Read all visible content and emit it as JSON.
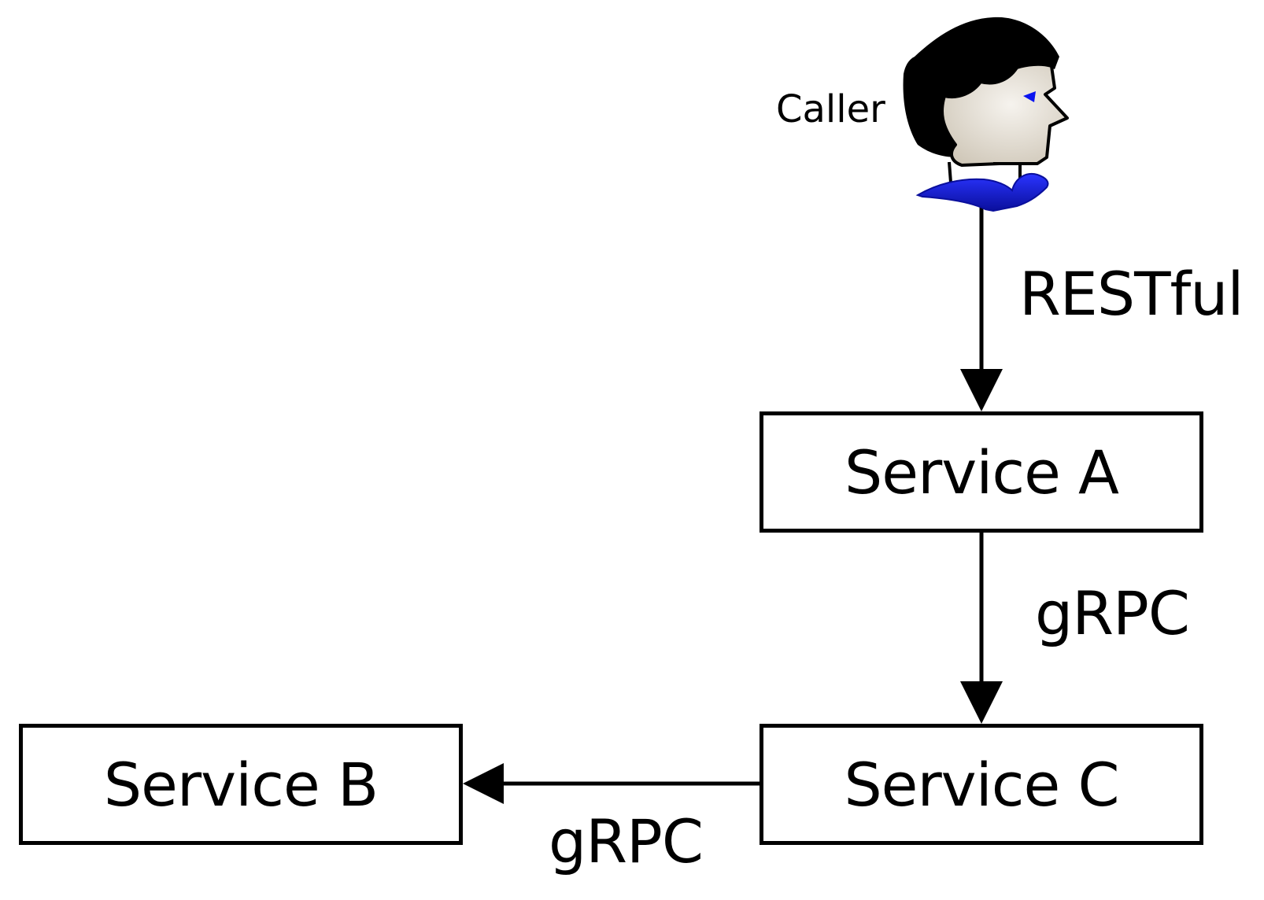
{
  "diagram": {
    "caller": {
      "label": "Caller"
    },
    "services": {
      "a": "Service A",
      "b": "Service B",
      "c": "Service C"
    },
    "edges": {
      "caller_to_a": "RESTful",
      "a_to_c": "gRPC",
      "c_to_b": "gRPC"
    }
  },
  "colors": {
    "stroke": "#000000",
    "skin": "#ebe6dd",
    "hair": "#000000",
    "collar": "#1018d6",
    "eye": "#0a14f0"
  }
}
